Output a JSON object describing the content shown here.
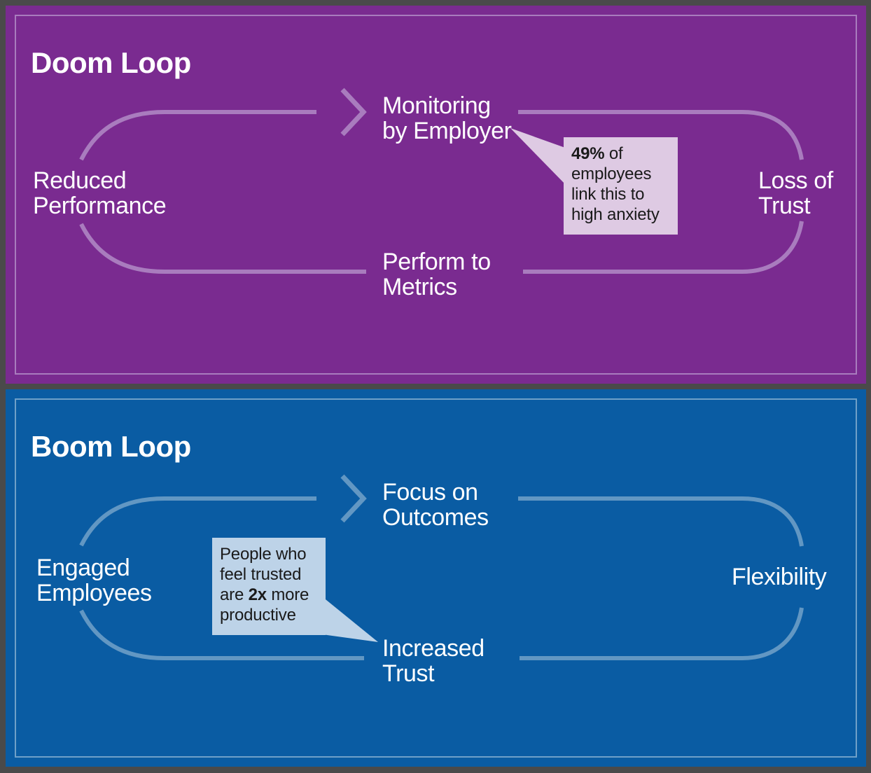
{
  "colors": {
    "frame_bg": "#4A4A4A",
    "doom_panel_bg": "#7A2B90",
    "doom_line": "#A97CBE",
    "doom_callout_bg": "#DECAE3",
    "boom_panel_bg": "#0A5CA3",
    "boom_line": "#6297C3",
    "boom_callout_bg": "#BDD3E8",
    "callout_text": "#1A1A1A",
    "label_text": "#FFFFFF"
  },
  "doom": {
    "title": "Doom Loop",
    "nodes": {
      "monitoring": {
        "line1": "Monitoring",
        "line2": "by Employer"
      },
      "loss": {
        "line1": "Loss of",
        "line2": "Trust"
      },
      "perform": {
        "line1": "Perform to",
        "line2": "Metrics"
      },
      "reduced": {
        "line1": "Reduced",
        "line2": "Performance"
      }
    },
    "callout": {
      "bold": "49%",
      "after_bold": " of",
      "line2": "employees",
      "line3": "link this to",
      "line4": "high anxiety"
    }
  },
  "boom": {
    "title": "Boom Loop",
    "nodes": {
      "focus": {
        "line1": "Focus on",
        "line2": "Outcomes"
      },
      "flexibility": {
        "line1": "Flexibility"
      },
      "increased": {
        "line1": "Increased",
        "line2": "Trust"
      },
      "engaged": {
        "line1": "Engaged",
        "line2": "Employees"
      }
    },
    "callout": {
      "line1": "People who",
      "line2": "feel trusted",
      "line3_pre": "are ",
      "line3_bold": "2x",
      "line3_post": " more",
      "line4": "productive"
    }
  }
}
